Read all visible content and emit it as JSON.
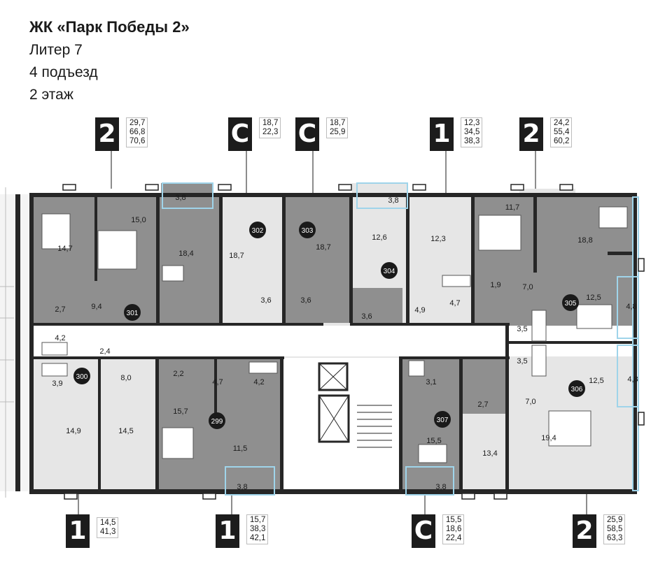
{
  "header": {
    "title": "ЖК «Парк Победы 2»",
    "liter": "Литер 7",
    "entrance": "4 подъезд",
    "floor": "2 этаж"
  },
  "colors": {
    "dark_room": "#8f8f8f",
    "light_room": "#e6e6e6",
    "wall": "#262626",
    "balcony_glass": "#9fd4ea",
    "badge": "#1c1c1c"
  },
  "legends": [
    {
      "type": "2",
      "areas": [
        "29,7",
        "66,8",
        "70,6"
      ]
    },
    {
      "type": "C",
      "areas": [
        "18,7",
        "22,3"
      ]
    },
    {
      "type": "C",
      "areas": [
        "18,7",
        "25,9"
      ]
    },
    {
      "type": "1",
      "areas": [
        "12,3",
        "34,5",
        "38,3"
      ]
    },
    {
      "type": "2",
      "areas": [
        "24,2",
        "55,4",
        "60,2"
      ]
    },
    {
      "type": "1",
      "areas": [
        "14,5",
        "41,3"
      ]
    },
    {
      "type": "1",
      "areas": [
        "15,7",
        "38,3",
        "42,1"
      ]
    },
    {
      "type": "C",
      "areas": [
        "15,5",
        "18,6",
        "22,4"
      ]
    },
    {
      "type": "2",
      "areas": [
        "25,9",
        "58,5",
        "63,3"
      ]
    }
  ],
  "apartments": [
    "299",
    "300",
    "301",
    "302",
    "303",
    "304",
    "305",
    "306",
    "307"
  ],
  "room_areas": {
    "a301_balcony": "3,8",
    "a301_kitchen": "15,0",
    "a301_room1": "14,7",
    "a301_room2": "18,4",
    "a301_bath": "2,7",
    "a301_hall": "9,4",
    "a301_wc": "4,2",
    "a301_store": "2,4",
    "a302_room": "18,7",
    "a302_bath": "3,6",
    "a303_room": "18,7",
    "a303_bath": "3,6",
    "a304_balcony": "3,8",
    "a304_room": "12,6",
    "a304_hall": "3,6",
    "a305_kitchen": "12,3",
    "a305_hall": "4,9",
    "a305_bath": "4,7",
    "a306_room1": "11,7",
    "a306_room2": "18,8",
    "a306_wc": "1,9",
    "a306_hall": "7,0",
    "a306_kitchen": "12,5",
    "a306_balcony": "4,8",
    "a306_bath": "3,5",
    "a307_bath": "3,5",
    "a307_kitchen": "12,5",
    "a307_balcony": "4,8",
    "a307_hall": "7,0",
    "a307_wc": "2,7",
    "a307_room1": "13,4",
    "a307_room2": "19,4",
    "a300_bath": "3,9",
    "a300_hall": "8,0",
    "a300_kitchen": "14,9",
    "a300_room": "14,5",
    "a299_wc": "2,2",
    "a299_hall": "4,7",
    "a299_bath": "4,2",
    "a299_room": "15,7",
    "a299_kitchen": "11,5",
    "a299_balcony": "3,8",
    "a307b_bath": "3,1",
    "a307b_room": "15,5",
    "a307b_balcony": "3,8"
  }
}
